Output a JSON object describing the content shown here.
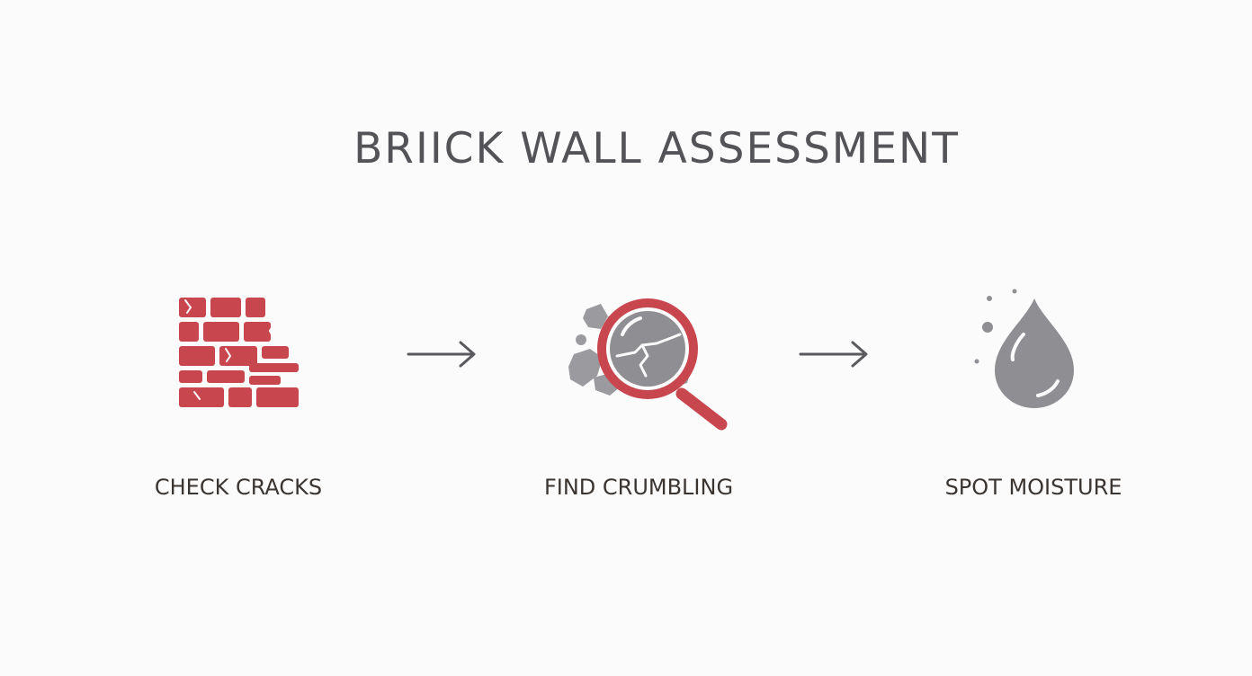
{
  "title": "BRIICK WALL ASSESSMENT",
  "steps": [
    {
      "label": "CHECK CRACKS",
      "icon": "brick-wall-icon"
    },
    {
      "label": "FIND CRUMBLING",
      "icon": "magnifier-icon"
    },
    {
      "label": "SPOT MOISTURE",
      "icon": "water-drop-icon"
    }
  ],
  "colors": {
    "brick": "#c8474f",
    "grey": "#8f8f93",
    "text": "#3b3532",
    "title": "#545458",
    "arrow": "#5a5a5e"
  }
}
